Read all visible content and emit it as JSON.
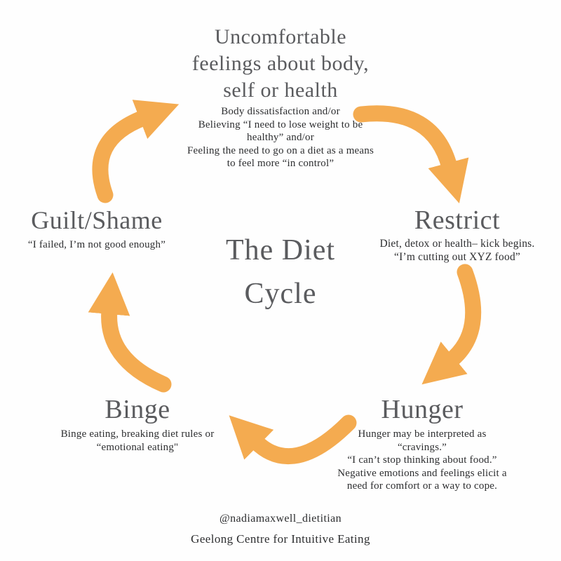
{
  "diagram_type": "cycle",
  "colors": {
    "arrow": "#F4AB50",
    "heading": "#5A5B5E",
    "body": "#2D2E30",
    "background": "#FEFEFE"
  },
  "title": {
    "lines": [
      "The Diet",
      "Cycle"
    ]
  },
  "stages": {
    "feelings": {
      "heading_lines": [
        "Uncomfortable",
        "feelings about body,",
        "self or health"
      ],
      "detail_lines": [
        "Body dissatisfaction  and/or",
        "Believing “I need to lose weight to be",
        "healthy” and/or",
        "Feeling the need to go on a diet as a means",
        "to feel more “in control”"
      ]
    },
    "restrict": {
      "heading": "Restrict",
      "detail_lines": [
        "Diet, detox or health– kick begins.",
        "“I’m cutting out XYZ food”"
      ]
    },
    "hunger": {
      "heading": "Hunger",
      "detail_lines": [
        "Hunger may be interpreted as",
        "“cravings.”",
        "“I can’t stop thinking about food.”",
        "Negative emotions and feelings elicit a",
        "need for comfort or a way to cope."
      ]
    },
    "binge": {
      "heading": "Binge",
      "detail_lines": [
        "Binge eating, breaking diet rules or",
        "“emotional eating\""
      ]
    },
    "guilt": {
      "heading": "Guilt/Shame",
      "detail_lines": [
        "“I failed, I’m not good enough”"
      ]
    }
  },
  "cycle_order": [
    "Uncomfortable feelings about body, self or health",
    "Restrict",
    "Hunger",
    "Binge",
    "Guilt/Shame"
  ],
  "footer": {
    "handle": "@nadiamaxwell_dietitian",
    "org": "Geelong Centre for Intuitive Eating"
  }
}
